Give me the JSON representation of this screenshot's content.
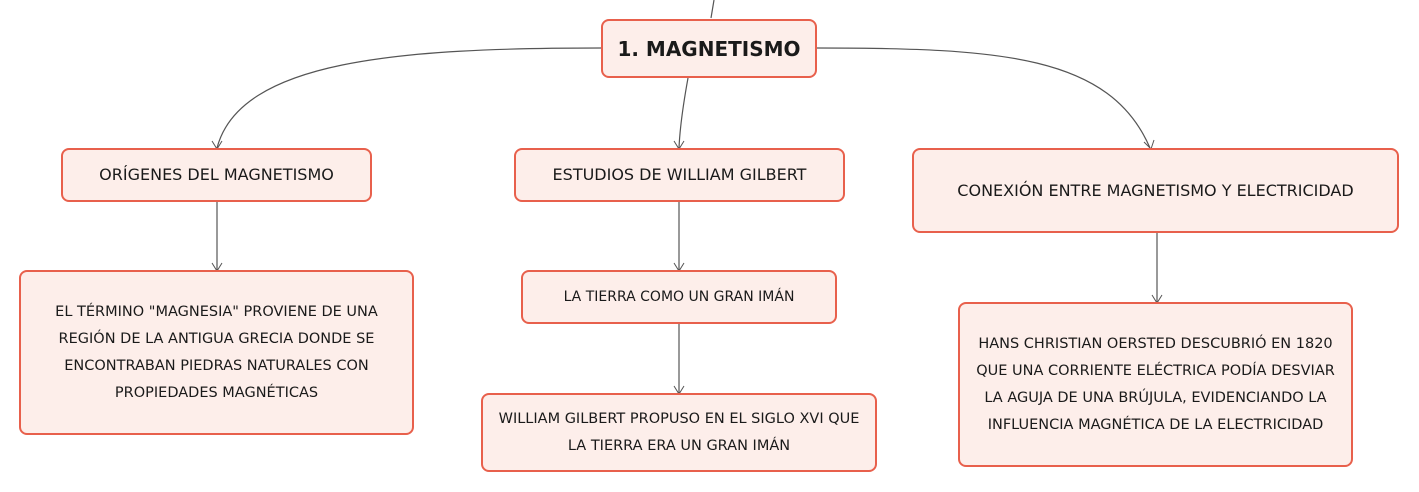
{
  "diagram": {
    "root": {
      "label": "1. MAGNETISMO"
    },
    "branches": [
      {
        "label": "ORÍGENES DEL MAGNETISMO",
        "children": [
          {
            "label": "EL TÉRMINO \"MAGNESIA\" PROVIENE DE UNA REGIÓN DE LA ANTIGUA GRECIA DONDE SE ENCONTRABAN PIEDRAS NATURALES CON PROPIEDADES MAGNÉTICAS"
          }
        ]
      },
      {
        "label": "ESTUDIOS DE WILLIAM GILBERT",
        "children": [
          {
            "label": "LA TIERRA COMO UN GRAN IMÁN",
            "children": [
              {
                "label": "WILLIAM GILBERT PROPUSO EN EL SIGLO XVI QUE LA TIERRA ERA UN GRAN IMÁN"
              }
            ]
          }
        ]
      },
      {
        "label": "CONEXIÓN ENTRE MAGNETISMO Y ELECTRICIDAD",
        "children": [
          {
            "label": "HANS CHRISTIAN OERSTED DESCUBRIÓ EN 1820 QUE UNA CORRIENTE ELÉCTRICA PODÍA DESVIAR LA AGUJA DE UNA BRÚJULA, EVIDENCIANDO LA INFLUENCIA MAGNÉTICA DE LA ELECTRICIDAD"
          }
        ]
      }
    ]
  },
  "colors": {
    "node_border": "#e8604c",
    "node_fill": "#fdeeea",
    "connector": "#555555",
    "text": "#1a1a1a"
  }
}
